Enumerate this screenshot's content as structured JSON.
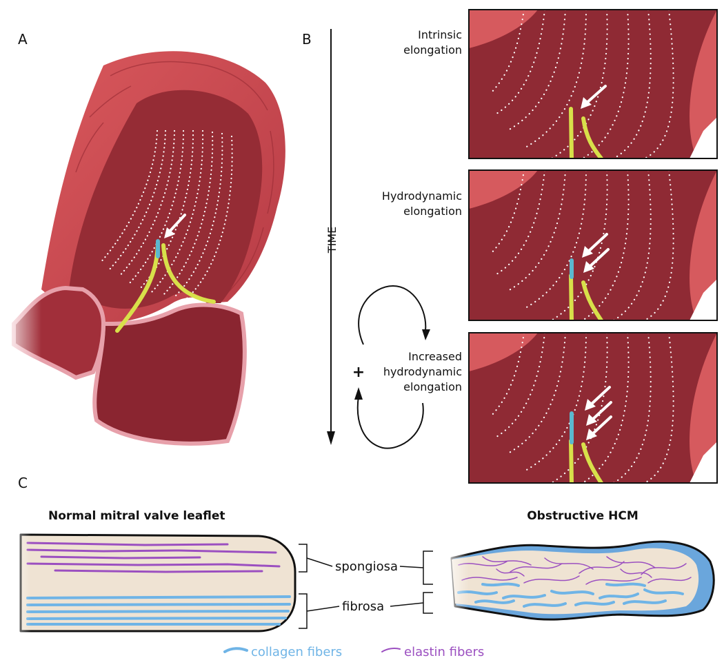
{
  "panels": {
    "a": "A",
    "b": "B",
    "c": "C"
  },
  "time_axis": {
    "label": "TIME"
  },
  "feedback": {
    "symbol": "+"
  },
  "steps": [
    {
      "line1": "Intrinsic",
      "line2": "elongation",
      "line3": ""
    },
    {
      "line1": "Hydrodynamic",
      "line2": "elongation",
      "line3": ""
    },
    {
      "line1": "Increased",
      "line2": "hydrodynamic",
      "line3": "elongation"
    }
  ],
  "leaflets": {
    "normal_title": "Normal mitral valve leaflet",
    "hcm_title": "Obstructive HCM",
    "spongiosa": "spongiosa",
    "fibrosa": "fibrosa"
  },
  "legend": {
    "collagen": "collagen fibers",
    "elastin": "elastin fibers",
    "collagen_color": "#6fb4e6",
    "elastin_color": "#9b4fc0"
  },
  "colors": {
    "myocardium": "#b9404a",
    "chamber": "#8e2a33",
    "leaflet": "#d8e04a",
    "tip": "#5bb8cf",
    "tissue": "#efe3d3"
  }
}
